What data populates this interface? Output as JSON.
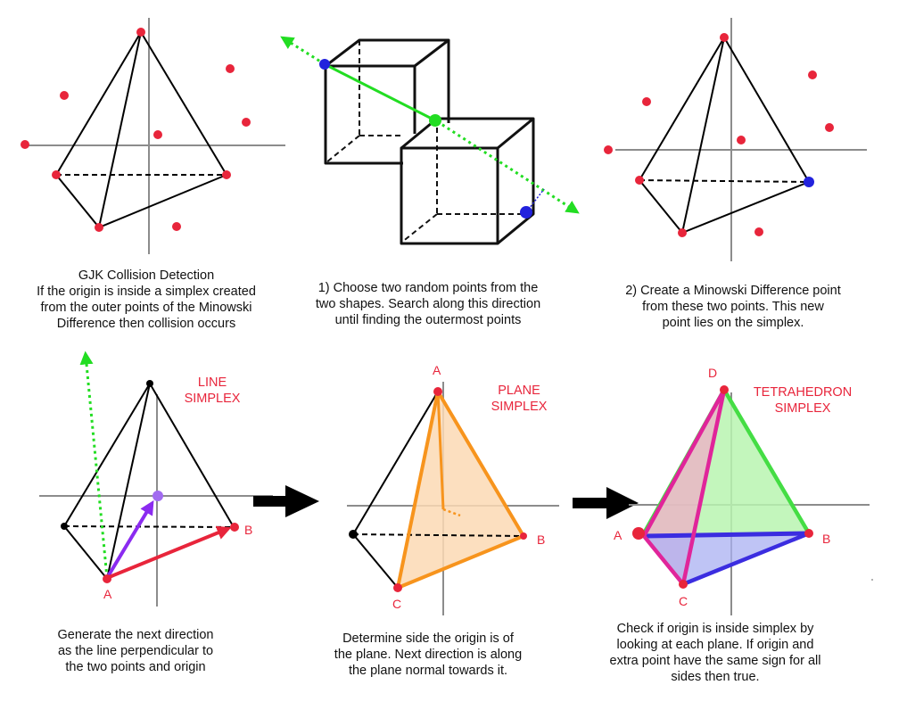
{
  "panels": {
    "gjk": {
      "caption": [
        "GJK Collision Detection",
        "If the origin is inside a simplex created",
        "from the outer points of the Minowski",
        "Difference then collision occurs"
      ]
    },
    "step1": {
      "caption": [
        "1) Choose two random points from the",
        "two shapes. Search along this direction",
        "until finding the outermost points"
      ]
    },
    "step2": {
      "caption": [
        "2) Create a Minowski Difference point",
        "from these two points. This new",
        "point lies on the simplex."
      ]
    },
    "line_simplex": {
      "title": [
        "LINE",
        "SIMPLEX"
      ],
      "point_a": "A",
      "point_b": "B",
      "caption": [
        "Generate the next direction",
        "as the line perpendicular to",
        "the two points and origin"
      ]
    },
    "plane_simplex": {
      "title": [
        "PLANE",
        "SIMPLEX"
      ],
      "point_a": "A",
      "point_b": "B",
      "point_c": "C",
      "caption": [
        "Determine side the origin is of",
        "the plane. Next direction is along",
        "the plane normal towards it."
      ]
    },
    "tetra_simplex": {
      "title": [
        "TETRAHEDRON",
        "SIMPLEX"
      ],
      "point_a": "A",
      "point_b": "B",
      "point_c": "C",
      "point_d": "D",
      "caption": [
        "Check if origin is inside simplex by",
        "looking at each plane. If origin and",
        "extra point have the same sign for all",
        "sides then true."
      ]
    }
  },
  "colors": {
    "red": "#e8253b",
    "blue": "#2222dd",
    "green": "#22dd22",
    "purple": "#8b2bf0",
    "orange": "#f7941d",
    "magenta": "#e0259a",
    "axis": "#8c8c8c"
  }
}
